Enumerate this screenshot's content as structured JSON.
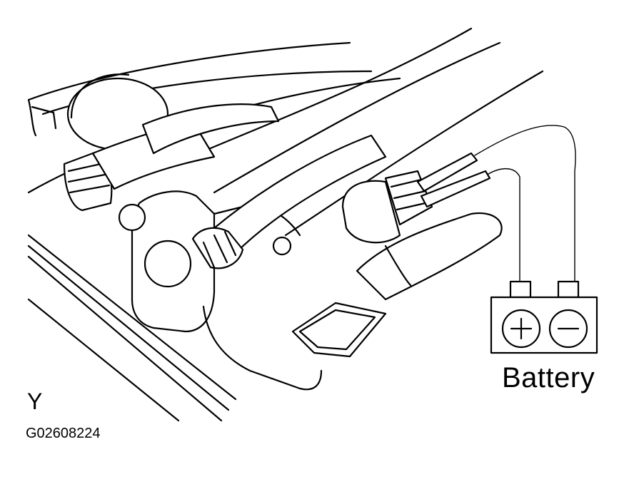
{
  "diagram": {
    "battery_label": "Battery",
    "battery_positive_symbol": "+",
    "battery_negative_symbol": "−",
    "view_letter": "Y",
    "figure_code": "G02608224",
    "colors": {
      "line": "#000000",
      "background": "#ffffff"
    }
  }
}
